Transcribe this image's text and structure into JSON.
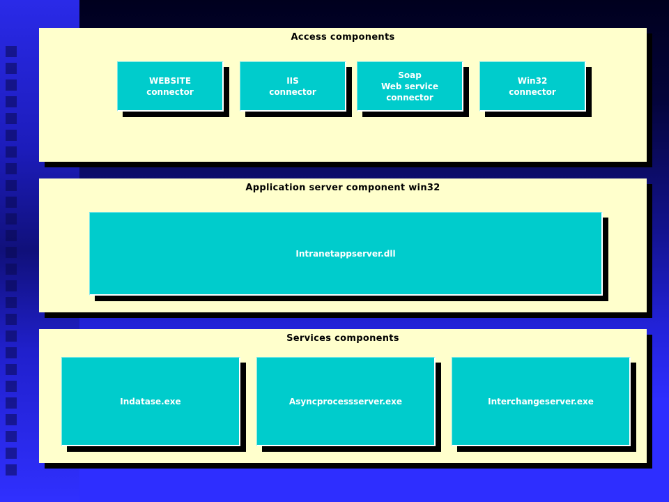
{
  "layers": [
    {
      "title": "Access components",
      "components": [
        {
          "label": "WEBSITE\nconnector"
        },
        {
          "label": "IIS\nconnector"
        },
        {
          "label": "Soap\nWeb service\nconnector"
        },
        {
          "label": "Win32\nconnector"
        }
      ]
    },
    {
      "title": "Application server component win32",
      "components": [
        {
          "label": "Intranetappserver.dll"
        }
      ]
    },
    {
      "title": "Services components",
      "components": [
        {
          "label": "Indatase.exe"
        },
        {
          "label": "Asyncprocessserver.exe"
        },
        {
          "label": "Interchangeserver.exe"
        }
      ]
    }
  ],
  "colors": {
    "panel": "#ffffcc",
    "component": "#00cccc",
    "shadow": "#000000",
    "background": "#2e2eff"
  }
}
